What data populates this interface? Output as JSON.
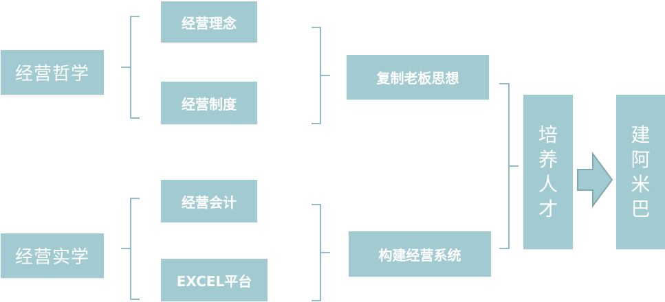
{
  "diagram": {
    "level1": [
      {
        "label": "经营哲学"
      },
      {
        "label": "经营实学"
      }
    ],
    "level2": [
      {
        "label": "经营理念"
      },
      {
        "label": "经营制度"
      },
      {
        "label": "经营会计"
      },
      {
        "label": "EXCEL平台"
      }
    ],
    "level3": [
      {
        "label": "复制老板思想"
      },
      {
        "label": "构建经营系统"
      }
    ],
    "level4": {
      "chars": [
        "培",
        "养",
        "人",
        "才"
      ]
    },
    "result": {
      "chars": [
        "建",
        "阿",
        "米",
        "巴"
      ]
    },
    "colors": {
      "box": "#a2cbd1",
      "line": "#8fbcc4",
      "text": "#ffffff"
    }
  }
}
